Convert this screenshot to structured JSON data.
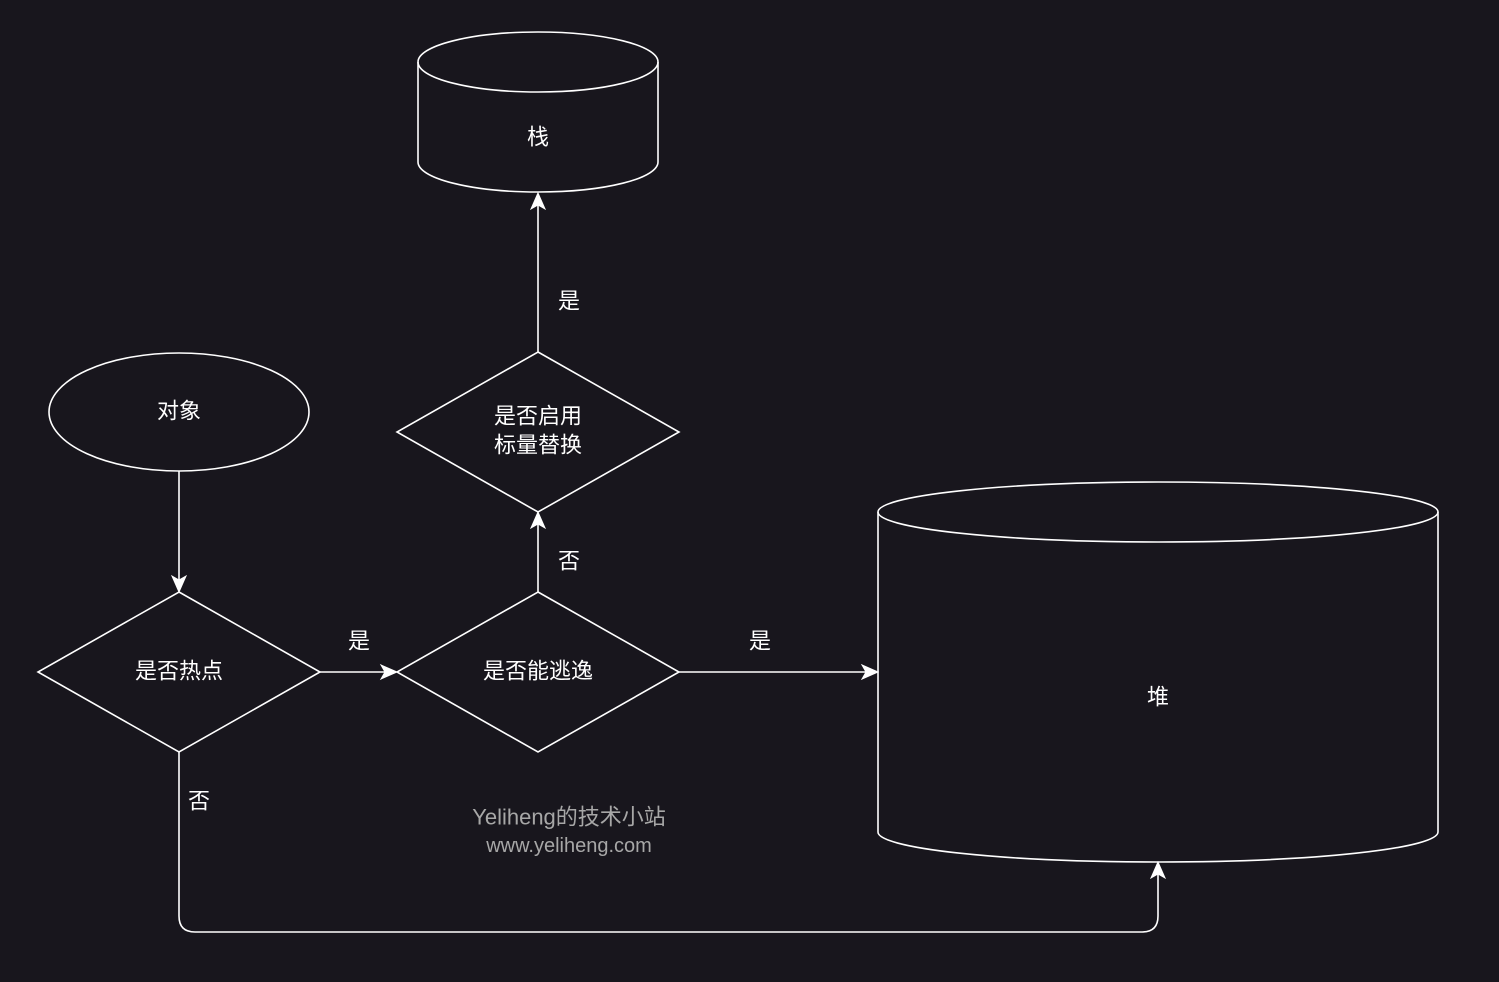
{
  "nodes": {
    "object": {
      "label": "对象"
    },
    "hotspot_decision": {
      "label": "是否热点"
    },
    "escape_decision": {
      "label": "是否能逃逸"
    },
    "scalar_decision": {
      "label_line1": "是否启用",
      "label_line2": "标量替换"
    },
    "stack": {
      "label": "栈"
    },
    "heap": {
      "label": "堆"
    }
  },
  "edges": {
    "hotspot_yes": "是",
    "hotspot_no": "否",
    "escape_yes": "是",
    "escape_no": "否",
    "scalar_yes": "是"
  },
  "watermark": {
    "title": "Yeliheng的技术小站",
    "url": "www.yeliheng.com"
  },
  "colors": {
    "background": "#18161d",
    "stroke": "#ffffff",
    "watermark": "#a7a7a7"
  }
}
